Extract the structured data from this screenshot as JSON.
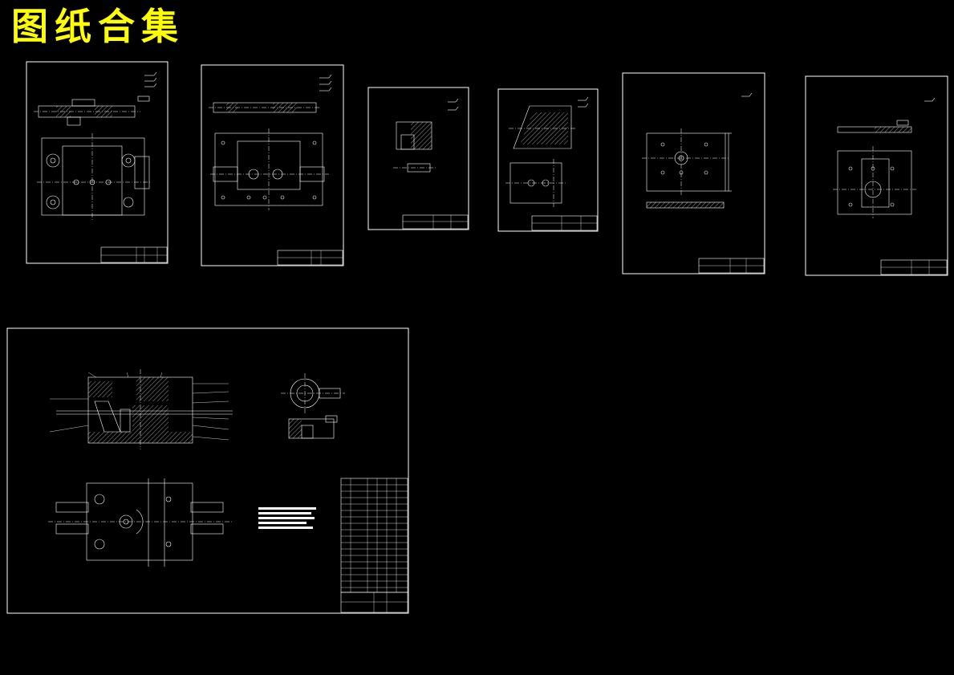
{
  "title": "图纸合集",
  "colors": {
    "background": "#000000",
    "title": "#ffff00",
    "lines": "#ffffff"
  },
  "sheets": [
    {
      "name": "sheet-1"
    },
    {
      "name": "sheet-2"
    },
    {
      "name": "sheet-3"
    },
    {
      "name": "sheet-4"
    },
    {
      "name": "sheet-5"
    },
    {
      "name": "sheet-6"
    },
    {
      "name": "assembly-sheet"
    }
  ]
}
